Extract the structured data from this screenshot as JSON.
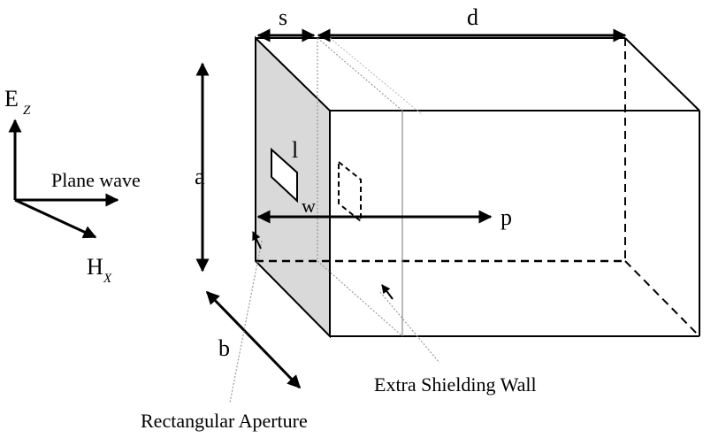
{
  "labels": {
    "e_field": "E",
    "e_sub": "Z",
    "plane_wave": "Plane wave",
    "h_field": "H",
    "h_sub": "X",
    "a": "a",
    "b": "b",
    "s": "s",
    "d": "d",
    "l": "l",
    "w": "w",
    "p": "p",
    "extra_wall": "Extra Shielding Wall",
    "aperture": "Rectangular Aperture"
  },
  "colors": {
    "ink": "#000000",
    "front_wall_fill": "#d9d9d9",
    "leader": "#9a9a9a"
  }
}
